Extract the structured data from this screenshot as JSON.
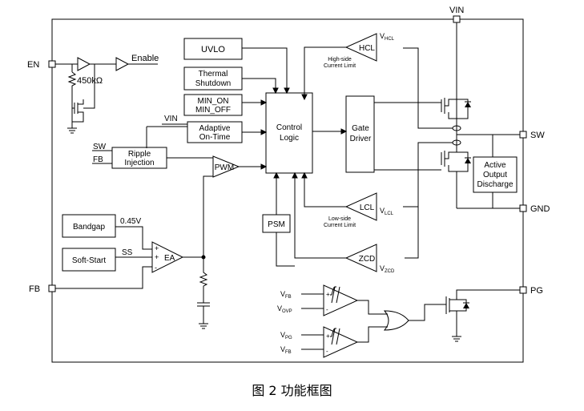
{
  "pins": {
    "vin": "VIN",
    "en": "EN",
    "sw": "SW",
    "gnd": "GND",
    "fb": "FB",
    "pg": "PG"
  },
  "blocks": {
    "uvlo": "UVLO",
    "thermal": [
      "Thermal",
      "Shutdown"
    ],
    "min_on_off": [
      "MIN_ON",
      "MIN_OFF"
    ],
    "adaptive": [
      "Adaptive",
      "On-Time"
    ],
    "control": [
      "Control",
      "Logic"
    ],
    "gate": [
      "Gate",
      "Driver"
    ],
    "ripple": [
      "Ripple",
      "Injection"
    ],
    "pwm": "PWM",
    "bandgap": "Bandgap",
    "softstart": "Soft-Start",
    "ea": "EA",
    "psm": "PSM",
    "discharge": [
      "Active",
      "Output",
      "Discharge"
    ],
    "hcl": "HCL",
    "lcl": "LCL",
    "zcd": "ZCD"
  },
  "labels": {
    "enable": "Enable",
    "res450k": "450kΩ",
    "vin_in": "VIN",
    "sw_in": "SW",
    "fb_in": "FB",
    "v045": "0.45V",
    "ss": "SS",
    "high_side": [
      "High-side",
      "Current Limit"
    ],
    "low_side": [
      "Low-side",
      "Current Limit"
    ],
    "vhcl": [
      "V",
      "HCL"
    ],
    "vlcl": [
      "V",
      "LCL"
    ],
    "vzcd": [
      "V",
      "ZCD"
    ],
    "vfb1": [
      "V",
      "FB"
    ],
    "vovp": [
      "V",
      "OVP"
    ],
    "vpg": [
      "V",
      "PG"
    ],
    "vfb2": [
      "V",
      "FB"
    ]
  },
  "caption": "图 2 功能框图"
}
